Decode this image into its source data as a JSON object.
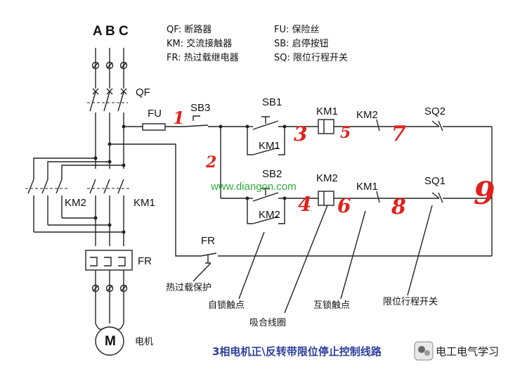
{
  "phases": {
    "a": "A",
    "b": "B",
    "c": "C"
  },
  "legend": {
    "qf": "QF: 断路器",
    "fu": "FU: 保险丝",
    "km": "KM: 交流接触器",
    "sb": "SB: 启停按钮",
    "fr": "FR: 热过载继电器",
    "sq": "SQ: 限位行程开关"
  },
  "components": {
    "qf": "QF",
    "fu": "FU",
    "sb3": "SB3",
    "sb1": "SB1",
    "sb2": "SB2",
    "km1_coil": "KM1",
    "km2_coil": "KM2",
    "km2_nc_top": "KM2",
    "km1_nc_bottom": "KM1",
    "sq2": "SQ2",
    "sq1": "SQ1",
    "km1_hold": "KM1",
    "km2_hold": "KM2",
    "km2_main": "KM2",
    "km1_main": "KM1",
    "fr_main": "FR",
    "fr_ctrl": "FR",
    "motor": "M",
    "motor_label": "电机"
  },
  "annotations": {
    "thermal": "热过载保护",
    "self_lock": "自锁触点",
    "coil": "吸合线圈",
    "interlock": "互锁触点",
    "limit_switch": "限位行程开关"
  },
  "node_numbers": [
    "1",
    "2",
    "3",
    "4",
    "5",
    "6",
    "7",
    "8",
    "9"
  ],
  "watermark": "www.diangon.com",
  "footer": {
    "title": "3相电机正\\反转带限位停止控制线路",
    "brand": "电工电气学习"
  }
}
